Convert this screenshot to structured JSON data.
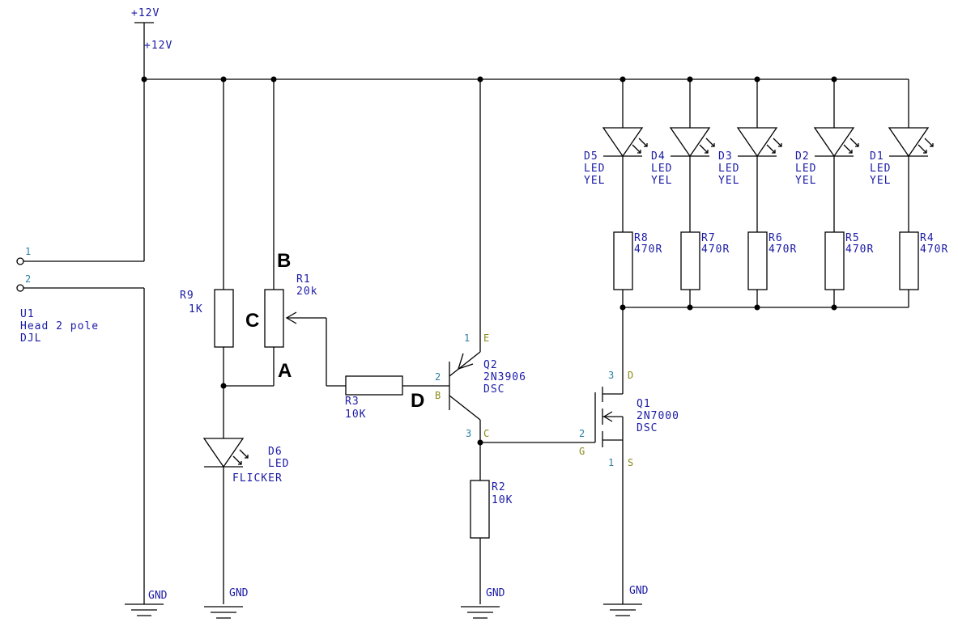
{
  "supply": {
    "label_top": "+12V",
    "label_node": "+12V"
  },
  "gnd_label": "GND",
  "connector": {
    "ref": "U1",
    "line1": "Head 2 pole",
    "line2": "DJL",
    "pin1": "1",
    "pin2": "2"
  },
  "r9": {
    "ref": "R9",
    "value": "1K"
  },
  "r1": {
    "ref": "R1",
    "value": "20k"
  },
  "r3": {
    "ref": "R3",
    "value": "10K"
  },
  "r2": {
    "ref": "R2",
    "value": "10K"
  },
  "d6": {
    "ref": "D6",
    "type": "LED",
    "value": "FLICKER"
  },
  "q2": {
    "ref": "Q2",
    "part": "2N3906",
    "pkg": "DSC",
    "pin_e": "1",
    "lbl_e": "E",
    "pin_b": "2",
    "lbl_b": "B",
    "pin_c": "3",
    "lbl_c": "C"
  },
  "q1": {
    "ref": "Q1",
    "part": "2N7000",
    "pkg": "DSC",
    "pin_d": "3",
    "lbl_d": "D",
    "pin_g": "2",
    "lbl_g": "G",
    "pin_s": "1",
    "lbl_s": "S"
  },
  "leds": [
    {
      "ref": "D5",
      "type": "LED",
      "color": "YEL"
    },
    {
      "ref": "D4",
      "type": "LED",
      "color": "YEL"
    },
    {
      "ref": "D3",
      "type": "LED",
      "color": "YEL"
    },
    {
      "ref": "D2",
      "type": "LED",
      "color": "YEL"
    },
    {
      "ref": "D1",
      "type": "LED",
      "color": "YEL"
    }
  ],
  "led_resistors": [
    {
      "ref": "R8",
      "value": "470R"
    },
    {
      "ref": "R7",
      "value": "470R"
    },
    {
      "ref": "R6",
      "value": "470R"
    },
    {
      "ref": "R5",
      "value": "470R"
    },
    {
      "ref": "R4",
      "value": "470R"
    }
  ],
  "markers": {
    "a": "A",
    "b": "B",
    "c": "C",
    "d": "D"
  }
}
